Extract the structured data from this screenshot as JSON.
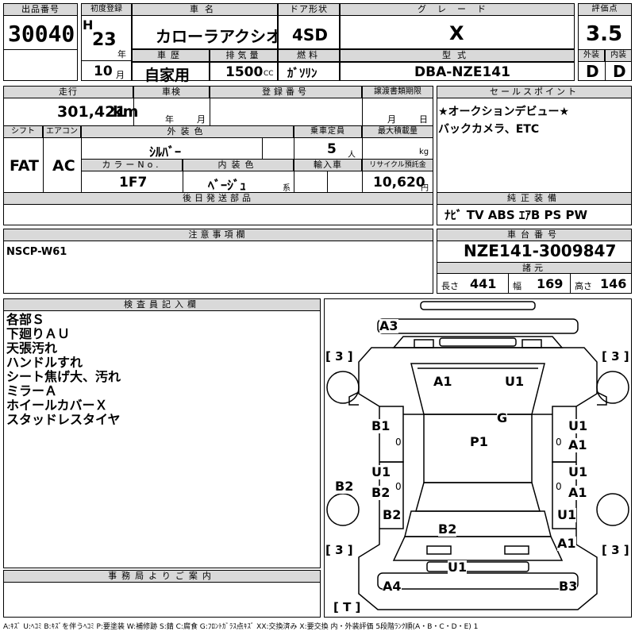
{
  "header": {
    "lot_label": "出品番号",
    "lot": "30040",
    "reg_label": "初度登録",
    "era": "H",
    "year": "23",
    "year_unit": "年",
    "month": "10",
    "month_unit": "月",
    "name_label": "車名",
    "name": "カローラアクシオ",
    "door_label": "ドア形状",
    "door": "4SD",
    "grade_label": "グレード",
    "grade": "X",
    "score_label": "評価点",
    "score": "3.5",
    "history_label": "車歴",
    "history": "自家用",
    "disp_label": "排気量",
    "disp": "1500",
    "disp_unit": "CC",
    "fuel_label": "燃料",
    "fuel": "ｶﾞｿﾘﾝ",
    "model_label": "型式",
    "model": "DBA-NZE141",
    "ext_label": "外装",
    "ext": "D",
    "int_label": "内装",
    "int": "D"
  },
  "row2": {
    "mileage_label": "走行",
    "mileage": "301,421",
    "mileage_unit": "km",
    "inspect_label": "車検",
    "inspect_year": "年",
    "inspect_month": "月",
    "regno_label": "登録番号",
    "transfer_label": "譲渡書類期限",
    "transfer_month": "月",
    "transfer_day": "日",
    "shift_label": "シフト",
    "shift": "FAT",
    "ac_label": "エアコン",
    "ac": "AC",
    "color_label": "外装色",
    "color": "ｼﾙﾊﾞｰ",
    "capacity_label": "乗車定員",
    "capacity": "5",
    "capacity_unit": "人",
    "load_label": "最大積載量",
    "load_unit": "kg",
    "colorno_label": "カラーNo.",
    "colorno": "1F7",
    "intcolor_label": "内装色",
    "intcolor": "ﾍﾞｰｼﾞｭ",
    "intcolor_unit": "系",
    "import_label": "輸入車",
    "recycle_label": "リサイクル預託金",
    "recycle": "10,620",
    "recycle_unit": "円",
    "later_label": "後日発送部品"
  },
  "sales": {
    "label": "セールスポイント",
    "line1": "★オークションデビュー★",
    "line2": "バックカメラ、ETC"
  },
  "equip": {
    "label": "純正装備",
    "value": "ﾅﾋﾞ TV ABS ｴｱB PS PW"
  },
  "caution": {
    "label": "注意事項欄",
    "value": "NSCP-W61"
  },
  "chassis": {
    "label": "車台番号",
    "value": "NZE141-3009847",
    "spec_label": "諸元",
    "len_label": "長さ",
    "len": "441",
    "wid_label": "幅",
    "wid": "169",
    "hgt_label": "高さ",
    "hgt": "146"
  },
  "inspector": {
    "label": "検査員記入欄",
    "notes": [
      "各部Ｓ",
      "下廻りＡＵ",
      "天張汚れ",
      "ハンドルすれ",
      "シート焦げ大、汚れ",
      "ミラーＡ",
      "ホイールカバーＸ",
      "スタッドレスタイヤ"
    ]
  },
  "office": {
    "label": "事務局よりご案内"
  },
  "diagram": {
    "marks": {
      "a3": "A3",
      "a1_roof": "A1",
      "u1_roof": "U1",
      "g": "G",
      "b1_l": "B1",
      "u1_r1": "U1",
      "a1_r1": "A1",
      "p1": "P1",
      "u1_l": "U1",
      "b2_l": "B2",
      "u1_r2": "U1",
      "a1_r2": "A1",
      "b2_side": "B2",
      "b2_low": "B2",
      "u1_rr": "U1",
      "b2_center": "B2",
      "a1_rear": "A1",
      "u1_bumper": "U1",
      "a4": "A4",
      "b3": "B3",
      "tire_fl": "3",
      "tire_fr": "3",
      "tire_rl": "3",
      "tire_rr": "3",
      "spare": "T",
      "seal_l1": "0",
      "seal_r1": "0",
      "seal_l2": "0",
      "seal_r2": "0"
    }
  },
  "legend": "A:ｷｽﾞ U:ﾍｺﾐ B:ｷｽﾞを伴うﾍｺﾐ P:要塗装 W:補修跡 S:錆 C:腐食 G:ﾌﾛﾝﾄｶﾞﾗｽ点ｷｽﾞ XX:交換済み X:要交換 内・外装評価 5段階ﾗﾝｸ順(A・B・C・D・E) 1"
}
